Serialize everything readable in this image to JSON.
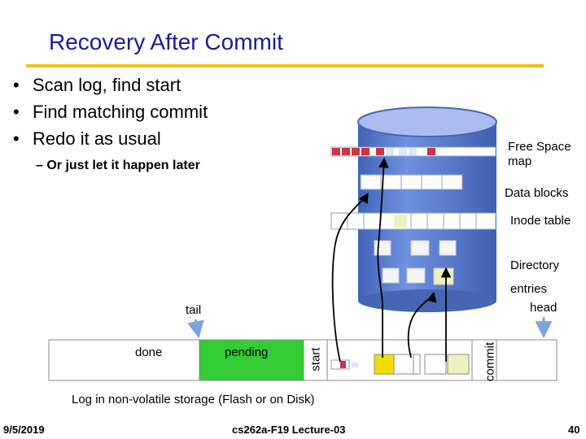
{
  "slide": {
    "title": "Recovery After Commit",
    "bullets": [
      "Scan log, find start",
      "Find matching commit",
      "Redo it as usual"
    ],
    "sub_bullet": "Or just let it happen later"
  },
  "disk": {
    "free_space_map": "Free Space map",
    "data_blocks": "Data blocks",
    "inode_table": "Inode table",
    "directory": "Directory",
    "directory_entries": "entries"
  },
  "log": {
    "done": "done",
    "pending": "pending",
    "start": "start",
    "commit": "commit",
    "tail": "tail",
    "head": "head",
    "caption": "Log in non-volatile storage (Flash or on Disk)"
  },
  "footer": {
    "date": "9/5/2019",
    "course": "cs262a-F19 Lecture-03",
    "page": "40"
  },
  "colors": {
    "title": "#1a1a99",
    "rule": "#f0c020",
    "disk_body": "#5b7fcf",
    "disk_top": "#a9bdf0",
    "pending": "#33cc33",
    "log_yellow": "#f0e000",
    "marker_red": "#cc3344",
    "arrow_blue": "#8fb0e0"
  }
}
